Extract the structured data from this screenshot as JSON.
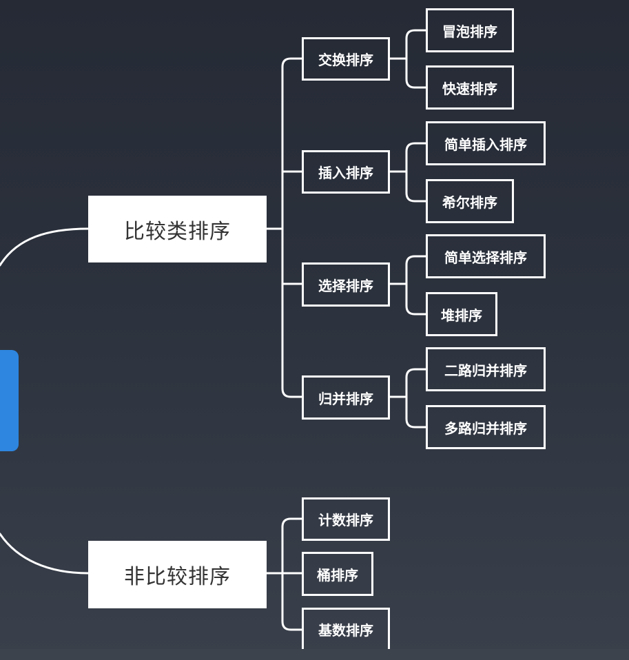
{
  "colors": {
    "background_top": "#252a35",
    "background_bottom": "#3a404b",
    "line": "#ffffff",
    "root_node": "#2e86e0",
    "category_fill": "#ffffff",
    "category_text": "#333333"
  },
  "categories": [
    {
      "label": "比较类排序",
      "groups": [
        {
          "label": "交换排序",
          "items": [
            "冒泡排序",
            "快速排序"
          ]
        },
        {
          "label": "插入排序",
          "items": [
            "简单插入排序",
            "希尔排序"
          ]
        },
        {
          "label": "选择排序",
          "items": [
            "简单选择排序",
            "堆排序"
          ]
        },
        {
          "label": "归并排序",
          "items": [
            "二路归并排序",
            "多路归并排序"
          ]
        }
      ]
    },
    {
      "label": "非比较排序",
      "groups": [
        {
          "label": "计数排序"
        },
        {
          "label": "桶排序"
        },
        {
          "label": "基数排序"
        }
      ]
    }
  ]
}
